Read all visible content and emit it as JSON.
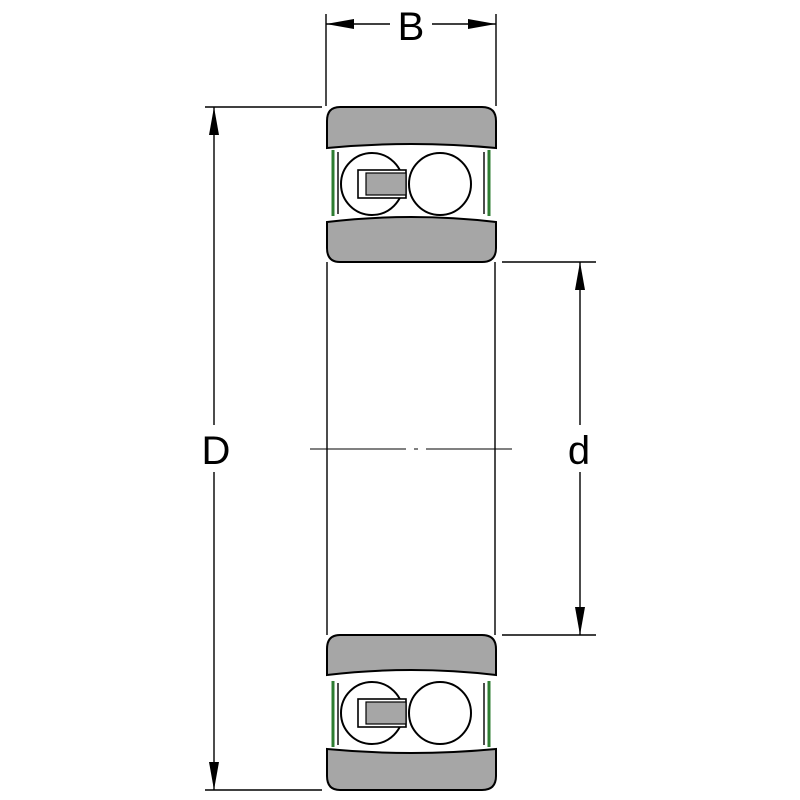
{
  "labels": {
    "width": "B",
    "outer_diameter": "D",
    "bore_diameter": "d"
  },
  "colors": {
    "ring_fill": "#a6a6a6",
    "seal": "#2e7d32",
    "line": "#000000",
    "background": "#ffffff"
  }
}
